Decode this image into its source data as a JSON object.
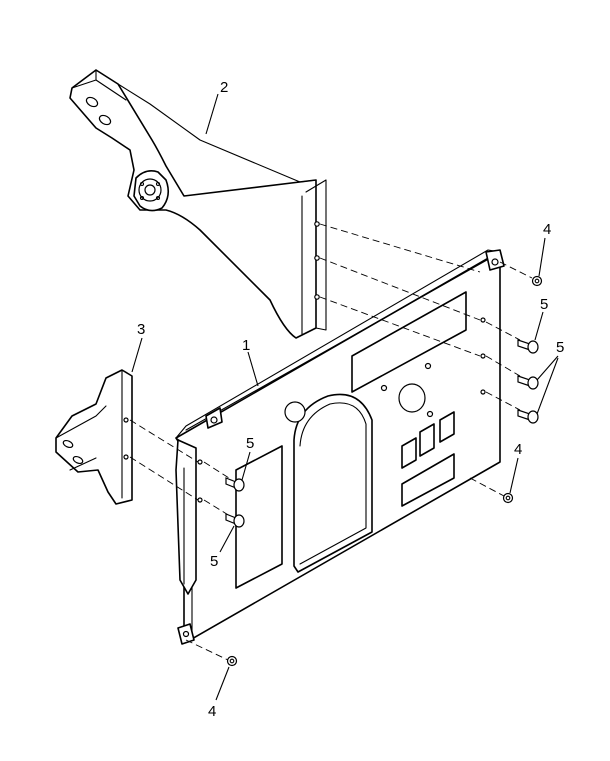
{
  "callouts": {
    "c1": "1",
    "c2": "2",
    "c3": "3",
    "c4_top": "4",
    "c4_right": "4",
    "c4_bottom": "4",
    "c5_upper_right": "5",
    "c5_right_pair": "5",
    "c5_left_upper": "5",
    "c5_left_lower": "5"
  },
  "parts": [
    "panel-1",
    "bracket-2",
    "bracket-3",
    "washer-4",
    "screw-5"
  ]
}
